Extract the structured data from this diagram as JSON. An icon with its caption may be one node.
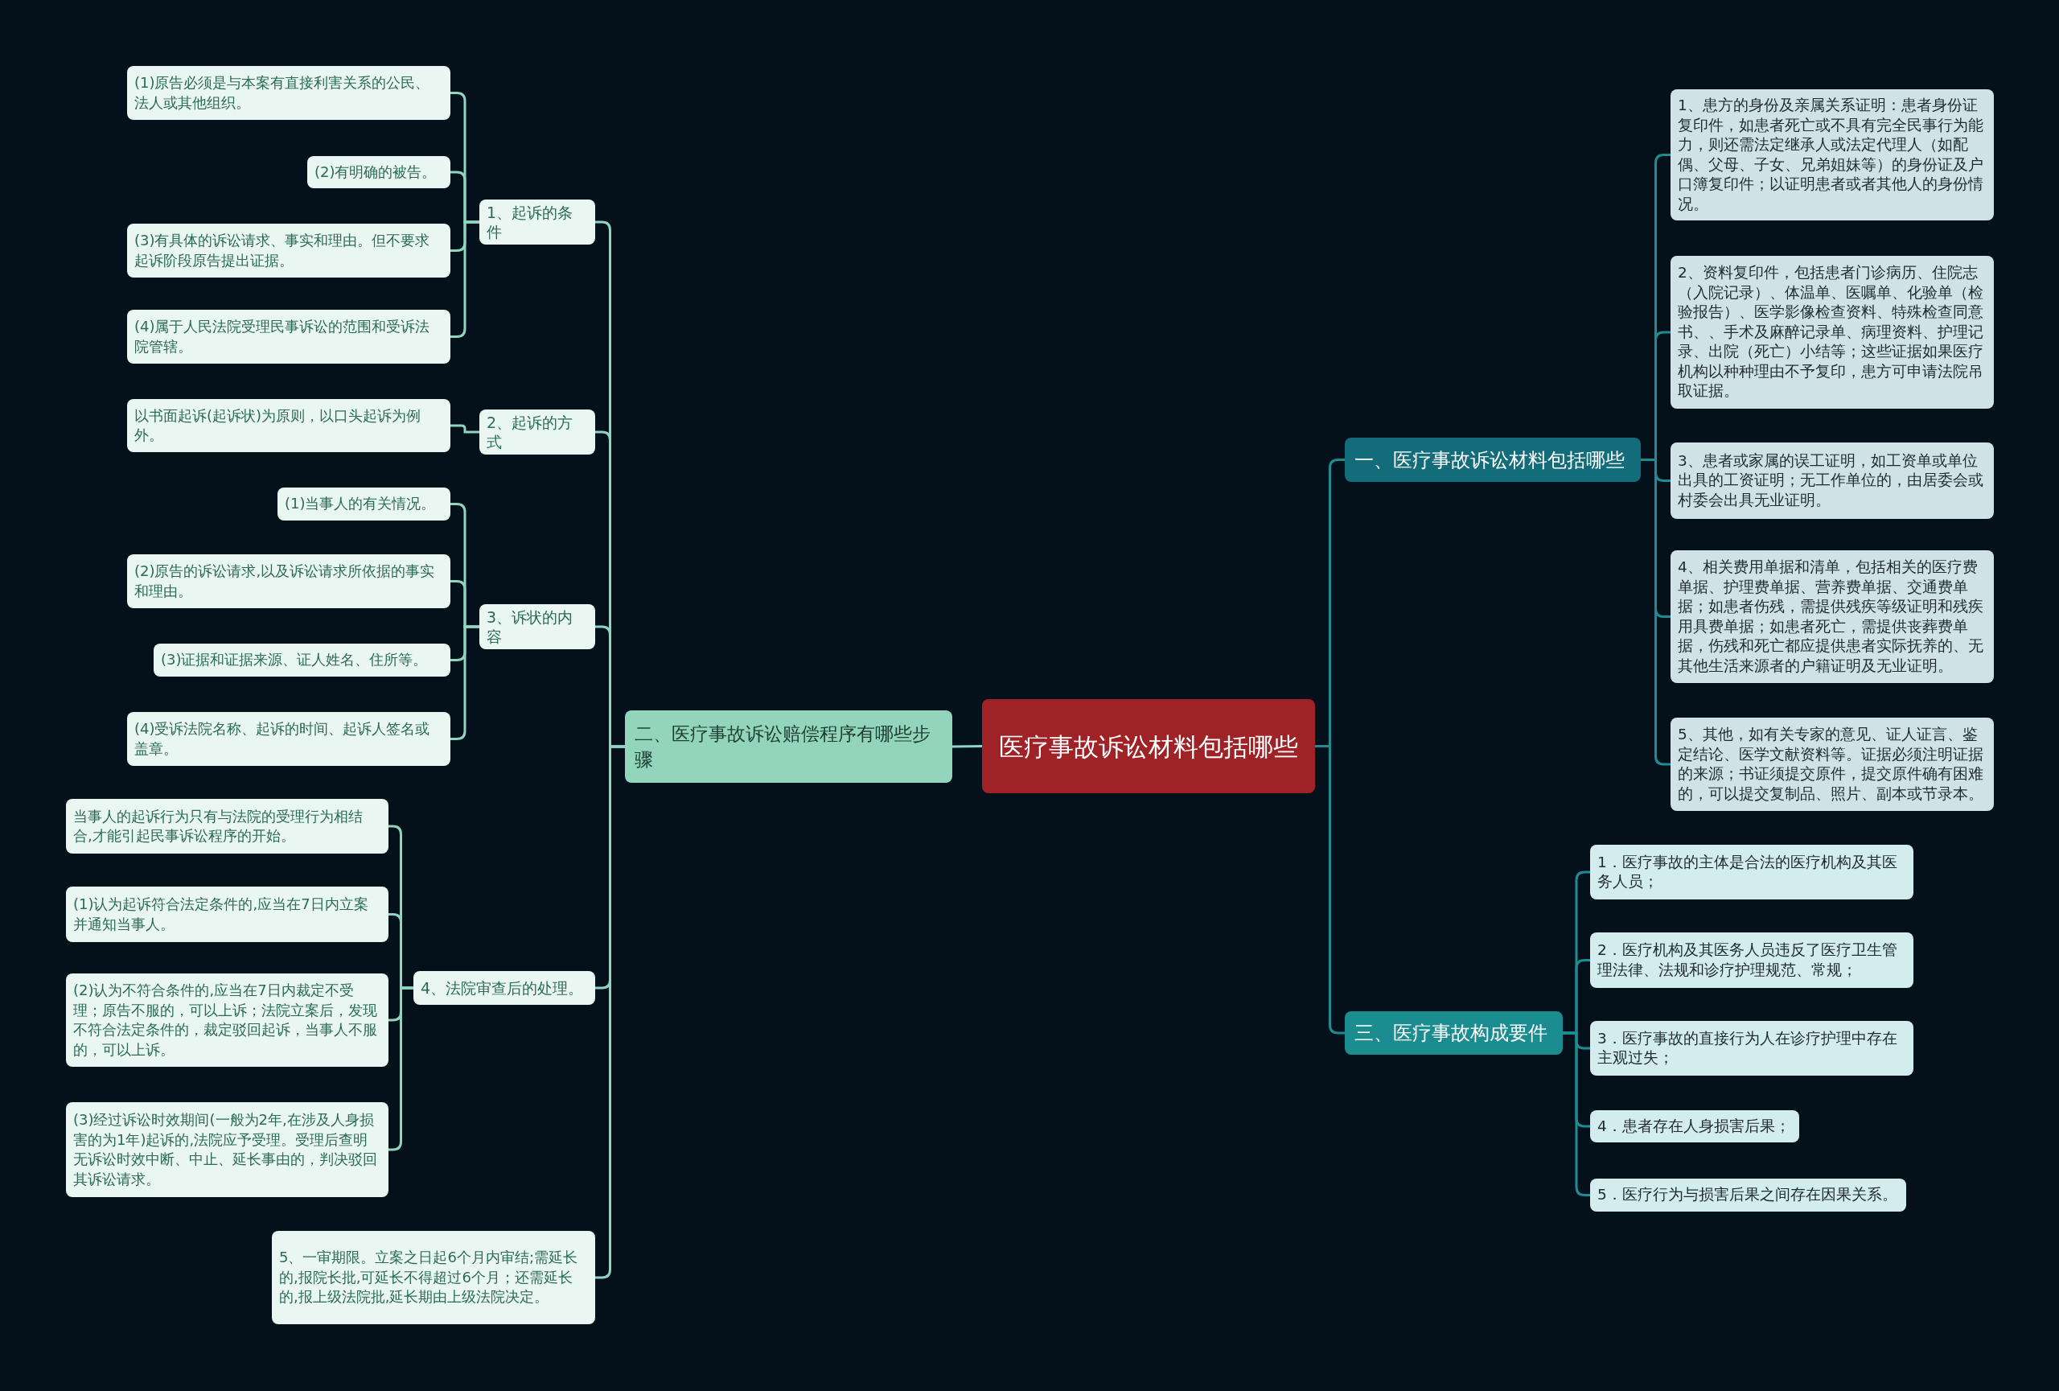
{
  "diagram": {
    "nodes": [
      {
        "text": [
          "医疗事故诉讼材料包括哪些"
        ]
      },
      {
        "text": [
          "一、医疗事故诉讼材料包括哪些"
        ]
      },
      {
        "text": [
          "1、患方的身份及亲属关系证明：患者身份证复印件，如患者死亡或不具有完全民事行为能力，则还需法定继承人或法定代理人（如配偶、父母、子女、兄弟姐妹等）的身份证及户口簿复印件；以证明患者或者其他人的身份情况。"
        ]
      },
      {
        "text": [
          "2、资料复印件，包括患者门诊病历、住院志（入院记录）、体温单、医嘱单、化验单（检验报告）、医学影像检查资料、特殊检查同意书、、手术及麻醉记录单、病理资料、护理记录、出院（死亡）小结等；这些证据如果医疗机构以种种理由不予复印，患方可申请法院吊取证据。"
        ]
      },
      {
        "text": [
          "3、患者或家属的误工证明，如工资单或单位出具的工资证明；无工作单位的，由居委会或村委会出具无业证明。"
        ]
      },
      {
        "text": [
          "4、相关费用单据和清单，包括相关的医疗费单据、护理费单据、营养费单据、交通费单据；如患者伤残，需提供残疾等级证明和残疾用具费单据；如患者死亡，需提供丧葬费单据，伤残和死亡都应提供患者实际抚养的、无其他生活来源者的户籍证明及无业证明。"
        ]
      },
      {
        "text": [
          "5、其他，如有关专家的意见、证人证言、鉴定结论、医学文献资料等。证据必须注明证据的来源；书证须提交原件，提交原件确有困难的，可以提交复制品、照片、副本或节录本。"
        ]
      },
      {
        "text": [
          "三、医疗事故构成要件"
        ]
      },
      {
        "text": [
          "1．医疗事故的主体是合法的医疗机构及其医务人员；"
        ]
      },
      {
        "text": [
          "2．医疗机构及其医务人员违反了医疗卫生管理法律、法规和诊疗护理规范、常规；"
        ]
      },
      {
        "text": [
          "3．医疗事故的直接行为人在诊疗护理中存在主观过失；"
        ]
      },
      {
        "text": [
          "4．患者存在人身损害后果；"
        ]
      },
      {
        "text": [
          "5．医疗行为与损害后果之间存在因果关系。"
        ]
      },
      {
        "text": [
          "二、医疗事故诉讼赔偿程序有哪些步骤"
        ]
      },
      {
        "text": [
          "1、起诉的条件"
        ]
      },
      {
        "text": [
          "(1)原告必须是与本案有直接利害关系的公民、法人或其他组织。"
        ]
      },
      {
        "text": [
          "(2)有明确的被告。"
        ]
      },
      {
        "text": [
          "(3)有具体的诉讼请求、事实和理由。但不要求起诉阶段原告提出证据。"
        ]
      },
      {
        "text": [
          "(4)属于人民法院受理民事诉讼的范围和受诉法院管辖。"
        ]
      },
      {
        "text": [
          "2、起诉的方式"
        ]
      },
      {
        "text": [
          "以书面起诉(起诉状)为原则，以口头起诉为例外。"
        ]
      },
      {
        "text": [
          "3、诉状的内容"
        ]
      },
      {
        "text": [
          "(1)当事人的有关情况。"
        ]
      },
      {
        "text": [
          "(2)原告的诉讼请求,以及诉讼请求所依据的事实和理由。"
        ]
      },
      {
        "text": [
          "(3)证据和证据来源、证人姓名、住所等。"
        ]
      },
      {
        "text": [
          "(4)受诉法院名称、起诉的时间、起诉人签名或盖章。"
        ]
      },
      {
        "text": [
          "4、法院审查后的处理。"
        ]
      },
      {
        "text": [
          "当事人的起诉行为只有与法院的受理行为相结合,才能引起民事诉讼程序的开始。"
        ]
      },
      {
        "text": [
          "(1)认为起诉符合法定条件的,应当在7日内立案并通知当事人。"
        ]
      },
      {
        "text": [
          "(2)认为不符合条件的,应当在7日内裁定不受理；原告不服的，可以上诉；法院立案后，发现不符合法定条件的，裁定驳回起诉，当事人不服的，可以上诉。"
        ]
      },
      {
        "text": [
          "(3)经过诉讼时效期间(一般为2年,在涉及人身损害的为1年)起诉的,法院应予受理。受理后查明无诉讼时效中断、中止、延长事由的，判决驳回其诉讼请求。"
        ]
      },
      {
        "text": [
          "5、一审期限。立案之日起6个月内审结;需延长的,报院长批,可延长不得超过6个月；还需延长的,报上级法院批,延长期由上级法院决定。"
        ]
      }
    ],
    "edges": [
      {
        "from": 0,
        "to": 1,
        "arrow": "none",
        "color": "#1e8c92"
      },
      {
        "from": 1,
        "to": 2,
        "arrow": "none",
        "color": "#1e8c92"
      },
      {
        "from": 1,
        "to": 3,
        "arrow": "none",
        "color": "#1e8c92"
      },
      {
        "from": 1,
        "to": 4,
        "arrow": "none",
        "color": "#1e8c92"
      },
      {
        "from": 1,
        "to": 5,
        "arrow": "none",
        "color": "#1e8c92"
      },
      {
        "from": 1,
        "to": 6,
        "arrow": "none",
        "color": "#1e8c92"
      },
      {
        "from": 0,
        "to": 7,
        "arrow": "none",
        "color": "#1e8c92"
      },
      {
        "from": 7,
        "to": 8,
        "arrow": "none",
        "color": "#1e8c92"
      },
      {
        "from": 7,
        "to": 9,
        "arrow": "none",
        "color": "#1e8c92"
      },
      {
        "from": 7,
        "to": 10,
        "arrow": "none",
        "color": "#1e8c92"
      },
      {
        "from": 7,
        "to": 11,
        "arrow": "none",
        "color": "#1e8c92"
      },
      {
        "from": 7,
        "to": 12,
        "arrow": "none",
        "color": "#1e8c92"
      },
      {
        "from": 0,
        "to": 13,
        "arrow": "none"
      },
      {
        "from": 13,
        "to": 14,
        "arrow": "none"
      },
      {
        "from": 14,
        "to": 15,
        "arrow": "none"
      },
      {
        "from": 14,
        "to": 16,
        "arrow": "none"
      },
      {
        "from": 14,
        "to": 17,
        "arrow": "none"
      },
      {
        "from": 14,
        "to": 18,
        "arrow": "none"
      },
      {
        "from": 13,
        "to": 19,
        "arrow": "none"
      },
      {
        "from": 19,
        "to": 20,
        "arrow": "none"
      },
      {
        "from": 13,
        "to": 21,
        "arrow": "none"
      },
      {
        "from": 21,
        "to": 22,
        "arrow": "none"
      },
      {
        "from": 21,
        "to": 23,
        "arrow": "none"
      },
      {
        "from": 21,
        "to": 24,
        "arrow": "none"
      },
      {
        "from": 21,
        "to": 25,
        "arrow": "none"
      },
      {
        "from": 13,
        "to": 26,
        "arrow": "none"
      },
      {
        "from": 26,
        "to": 27,
        "arrow": "none"
      },
      {
        "from": 26,
        "to": 28,
        "arrow": "none"
      },
      {
        "from": 26,
        "to": 29,
        "arrow": "none"
      },
      {
        "from": 26,
        "to": 30,
        "arrow": "none"
      },
      {
        "from": 13,
        "to": 31,
        "arrow": "none"
      }
    ]
  }
}
